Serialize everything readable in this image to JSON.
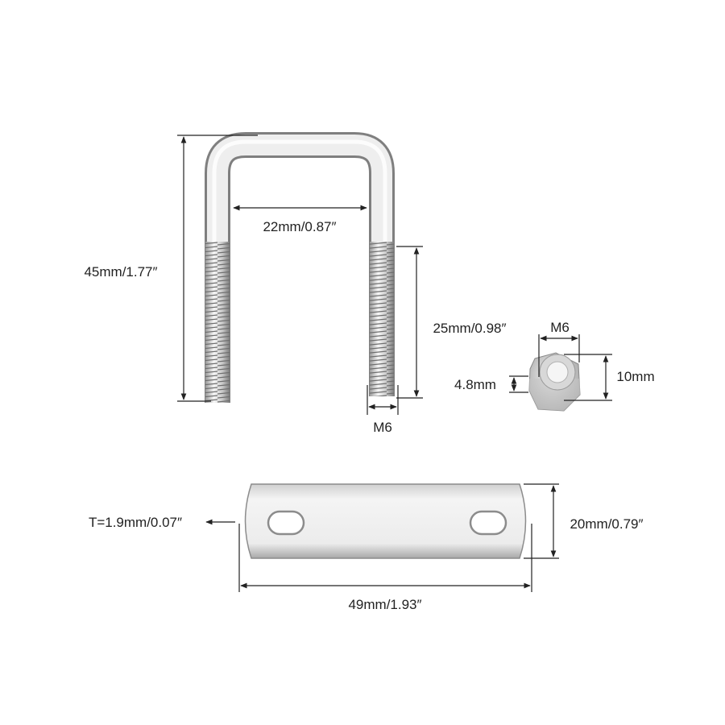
{
  "ubolt": {
    "overall_length": "45mm/1.77″",
    "inner_width": "22mm/0.87″",
    "thread_length": "25mm/0.98″",
    "thread_size": "M6"
  },
  "nut": {
    "thread_size": "M6",
    "thickness": "4.8mm",
    "width": "10mm"
  },
  "plate": {
    "thickness": "T=1.9mm/0.07″",
    "width": "20mm/0.79″",
    "length": "49mm/1.93″"
  },
  "colors": {
    "metal_light": "#f2f2f2",
    "metal_dark": "#8a8a8a",
    "dimension_line": "#222222"
  }
}
